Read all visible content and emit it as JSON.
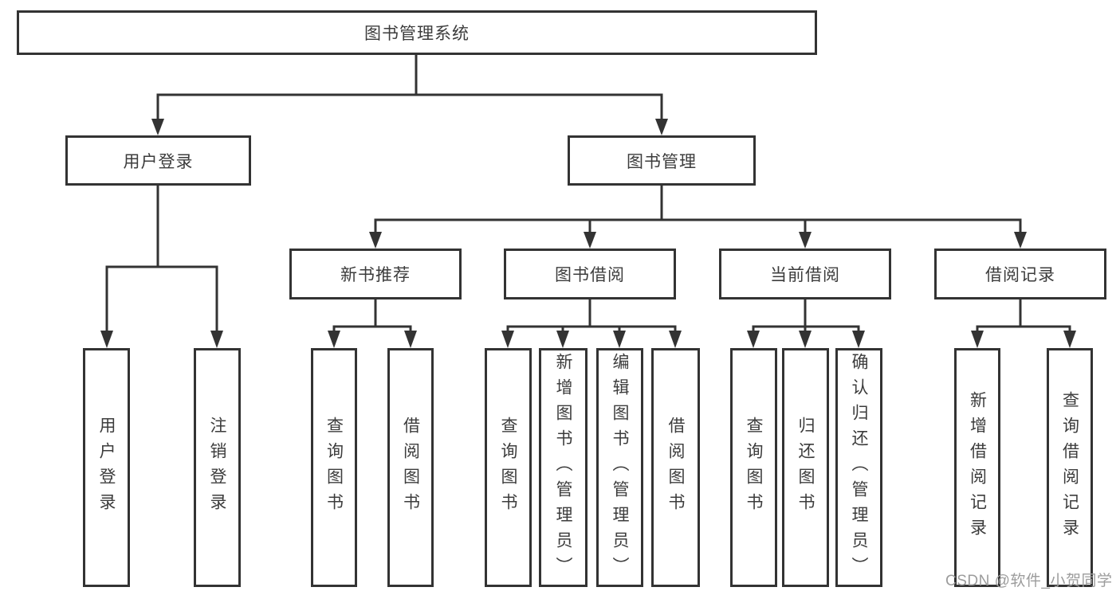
{
  "tree": {
    "root": "图书管理系统",
    "branches": [
      {
        "label": "用户登录",
        "children": [
          "用户登录",
          "注销登录"
        ]
      },
      {
        "label": "图书管理",
        "groups": [
          {
            "label": "新书推荐",
            "children": [
              "查询图书",
              "借阅图书"
            ]
          },
          {
            "label": "图书借阅",
            "children": [
              "查询图书",
              "新增图书（管理员）",
              "编辑图书（管理员）",
              "借阅图书"
            ]
          },
          {
            "label": "当前借阅",
            "children": [
              "查询图书",
              "归还图书",
              "确认归还（管理员）"
            ]
          },
          {
            "label": "借阅记录",
            "children": [
              "新增借阅记录",
              "查询借阅记录"
            ]
          }
        ]
      }
    ]
  },
  "watermark": {
    "text": "CSDN @软件_小贺同学"
  },
  "colors": {
    "line": "#333333",
    "text": "#3c3c3c",
    "watermark": "#9c9c9c",
    "background": "#ffffff"
  }
}
